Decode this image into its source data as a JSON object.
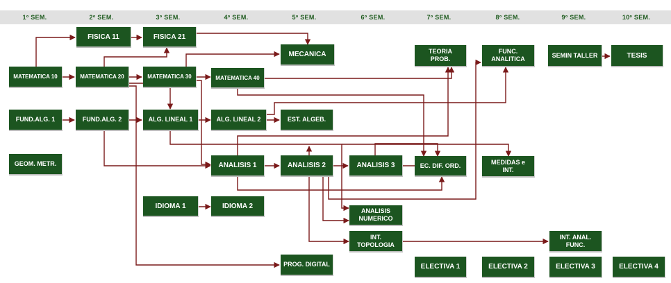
{
  "semesters": [
    "1º SEM.",
    "2º SEM.",
    "3º SEM.",
    "4º SEM.",
    "5º SEM.",
    "6º SEM.",
    "7º SEM.",
    "8º SEM.",
    "9º SEM.",
    "10º SEM."
  ],
  "courses": {
    "fisica11": "FISICA 11",
    "fisica21": "FISICA 21",
    "mecanica": "MECANICA",
    "teoria_prob": "TEORIA\nPROB.",
    "func_analitica": "FUNC.\nANALITICA",
    "semin_taller": "SEMIN TALLER",
    "tesis": "TESIS",
    "matematica10": "MATEMATICA 10",
    "matematica20": "MATEMATICA 20",
    "matematica30": "MATEMATICA 30",
    "matematica40": "MATEMATICA 40",
    "fund_alg1": "FUND.ALG. 1",
    "fund_alg2": "FUND.ALG. 2",
    "alg_lineal1": "ALG. LINEAL 1",
    "alg_lineal2": "ALG. LINEAL 2",
    "est_algeb": "EST. ALGEB.",
    "geom_metr": "GEOM. METR.",
    "analisis1": "ANALISIS 1",
    "analisis2": "ANALISIS 2",
    "analisis3": "ANALISIS 3",
    "ec_dif_ord": "EC. DIF. ORD.",
    "medidas_int": "MEDIDAS e\nINT.",
    "idioma1": "IDIOMA 1",
    "idioma2": "IDIOMA 2",
    "analisis_numerico": "ANALISIS\nNUMERICO",
    "int_topologia": "INT.\nTOPOLOGIA",
    "int_anal_func": "INT. ANAL.\nFUNC.",
    "prog_digital": "PROG. DIGITAL",
    "electiva1": "ELECTIVA 1",
    "electiva2": "ELECTIVA 2",
    "electiva3": "ELECTIVA 3",
    "electiva4": "ELECTIVA 4"
  },
  "colors": {
    "box": "#1c5520",
    "arrow": "#7a1a1a",
    "header_bg": "#e1e1e1",
    "header_text": "#1e5b1e"
  }
}
